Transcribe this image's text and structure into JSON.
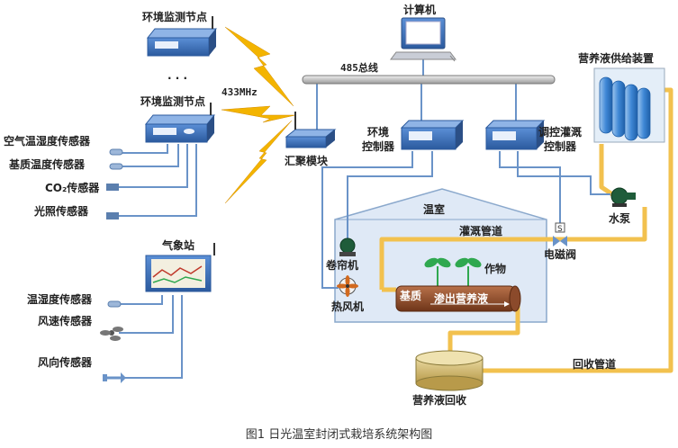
{
  "caption": "图1 日光温室封闭式栽培系统架构图",
  "labels": {
    "node1": "环境监测节点",
    "ellipsis": "· · ·",
    "node2": "环境监测节点",
    "sensor_air": "空气温湿度传感器",
    "sensor_substrate": "基质温度传感器",
    "sensor_co2": "CO₂传感器",
    "sensor_light": "光照传感器",
    "weather_station": "气象站",
    "sensor_temp_hum": "温湿度传感器",
    "sensor_wind_speed": "风速传感器",
    "sensor_wind_dir": "风向传感器",
    "freq": "433MHz",
    "aggregator": "汇聚模块",
    "computer": "计算机",
    "bus": "485总线",
    "env_ctrl_1": "环境",
    "env_ctrl_2": "控制器",
    "irr_ctrl_1": "调控灌溉",
    "irr_ctrl_2": "控制器",
    "supply": "营养液供给装置",
    "pump": "水泵",
    "valve": "电磁阀",
    "greenhouse": "温室",
    "irrigation_pipe": "灌溉管道",
    "curtain": "卷帘机",
    "heater": "热风机",
    "crop": "作物",
    "substrate": "基质",
    "seep": "渗出营养液",
    "return_pipe": "回收管道",
    "recovery": "营养液回收"
  },
  "colors": {
    "device_blue": "#3a6fb5",
    "pipe_yellow": "#f2c14e",
    "wire_blue": "#6a93c8",
    "greenhouse_fill": "#dfe9f6",
    "bolt": "#f3b400",
    "plant_green": "#2fa84f",
    "substrate_brown": "#8b4a2b"
  }
}
